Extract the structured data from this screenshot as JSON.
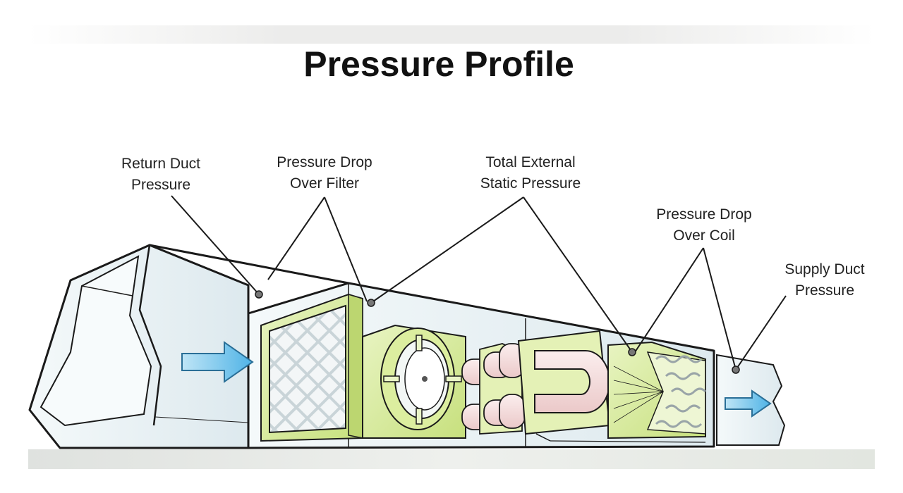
{
  "title": "Pressure Profile",
  "labels": {
    "return_duct": [
      "Return Duct",
      "Pressure"
    ],
    "filter_drop": [
      "Pressure Drop",
      "Over Filter"
    ],
    "total_external": [
      "Total External",
      "Static Pressure"
    ],
    "coil_drop": [
      "Pressure Drop",
      "Over Coil"
    ],
    "supply_duct": [
      "Supply Duct",
      "Pressure"
    ]
  },
  "colors": {
    "duct_fill": "#e7f1f4",
    "component_green": "#d6ea9c",
    "coil_pink": "#f4dada",
    "arrow_blue": "#6cc0ea",
    "outline": "#1a1a1a"
  }
}
